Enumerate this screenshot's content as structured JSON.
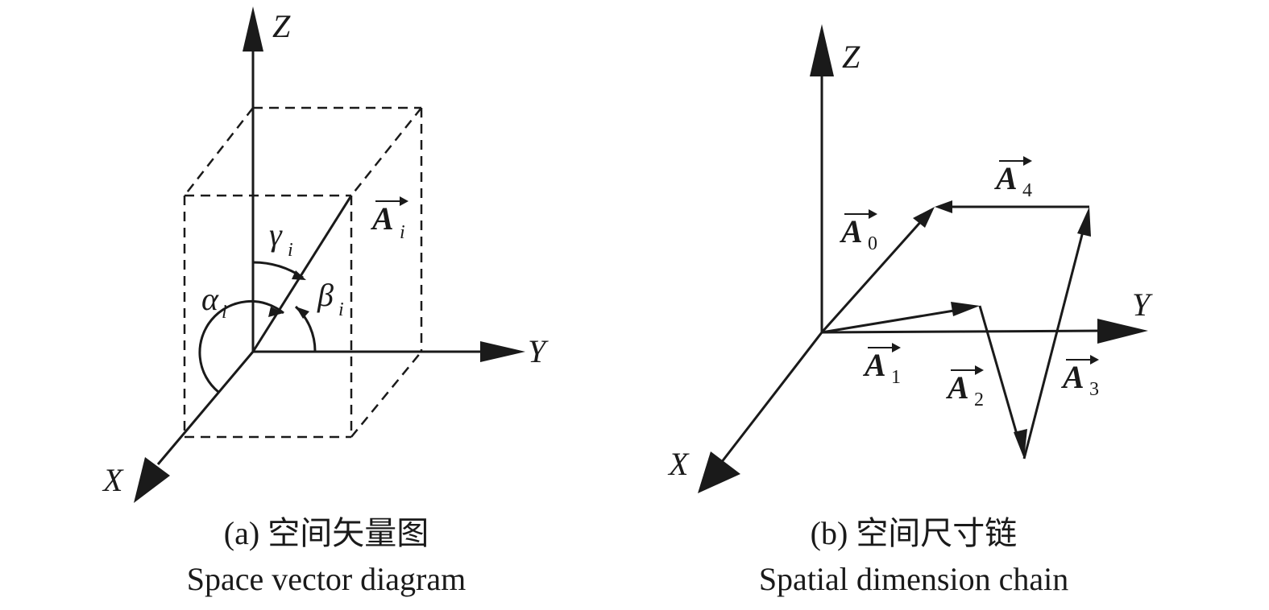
{
  "panel_a": {
    "axes": {
      "z": "Z",
      "y": "Y",
      "x": "X"
    },
    "vector": {
      "symbol": "A",
      "subscript": "i"
    },
    "angles": [
      {
        "symbol": "α",
        "subscript": "i"
      },
      {
        "symbol": "β",
        "subscript": "i"
      },
      {
        "symbol": "γ",
        "subscript": "i"
      }
    ],
    "caption_cn": "(a) 空间矢量图",
    "caption_en": "Space vector diagram"
  },
  "panel_b": {
    "axes": {
      "z": "Z",
      "y": "Y",
      "x": "X"
    },
    "vectors": [
      {
        "symbol": "A",
        "subscript": "0"
      },
      {
        "symbol": "A",
        "subscript": "1"
      },
      {
        "symbol": "A",
        "subscript": "2"
      },
      {
        "symbol": "A",
        "subscript": "3"
      },
      {
        "symbol": "A",
        "subscript": "4"
      }
    ],
    "caption_cn": "(b) 空间尺寸链",
    "caption_en": "Spatial dimension chain"
  }
}
